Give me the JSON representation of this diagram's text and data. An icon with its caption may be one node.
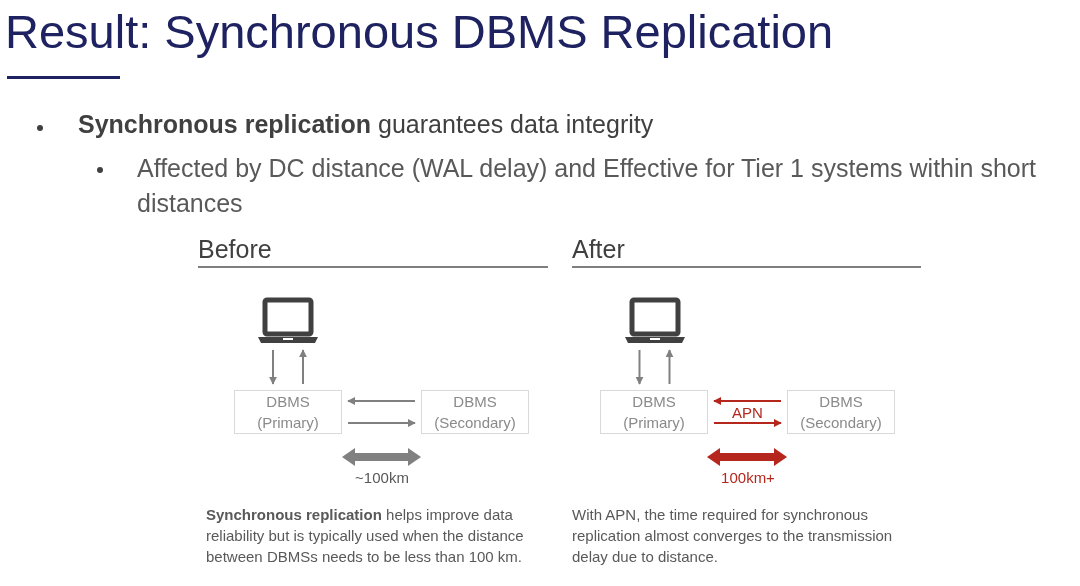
{
  "diagram": {
    "title": "Result: Synchronous DBMS Replication",
    "nodes": [
      {
        "text": [],
        "shape": "laptop"
      },
      {
        "text": [
          "DBMS (Primary)"
        ]
      },
      {
        "text": [
          "DBMS (Secondary)"
        ]
      },
      {
        "text": [],
        "shape": "laptop"
      },
      {
        "text": [
          "DBMS (Primary)"
        ]
      },
      {
        "text": [
          "DBMS (Secondary)"
        ]
      }
    ],
    "edges": [
      {
        "from": 0,
        "to": 1,
        "arrow": "to"
      },
      {
        "from": 1,
        "to": 0,
        "arrow": "to"
      },
      {
        "from": 2,
        "to": 1,
        "arrow": "to"
      },
      {
        "from": 1,
        "to": 2,
        "arrow": "to"
      },
      {
        "from": 3,
        "to": 4,
        "arrow": "to"
      },
      {
        "from": 4,
        "to": 3,
        "arrow": "to"
      },
      {
        "from": 5,
        "to": 4,
        "arrow": "to",
        "color": "#b5271c"
      },
      {
        "from": 4,
        "to": 5,
        "arrow": "to",
        "label": "APN",
        "color": "#b5271c"
      }
    ],
    "labels": [
      "**Synchronous replication** guarantees data integrity",
      "Affected by DC distance (WAL delay) and Effective for Tier 1 systems within short distances",
      "Before",
      "After",
      "~100km",
      "100km+",
      "**Synchronous replication** helps improve data reliability but is typically used when the distance between DBMSs needs to be less than 100 km.",
      "With APN, the time required for synchronous replication almost converges to the transmission delay due to distance."
    ]
  }
}
